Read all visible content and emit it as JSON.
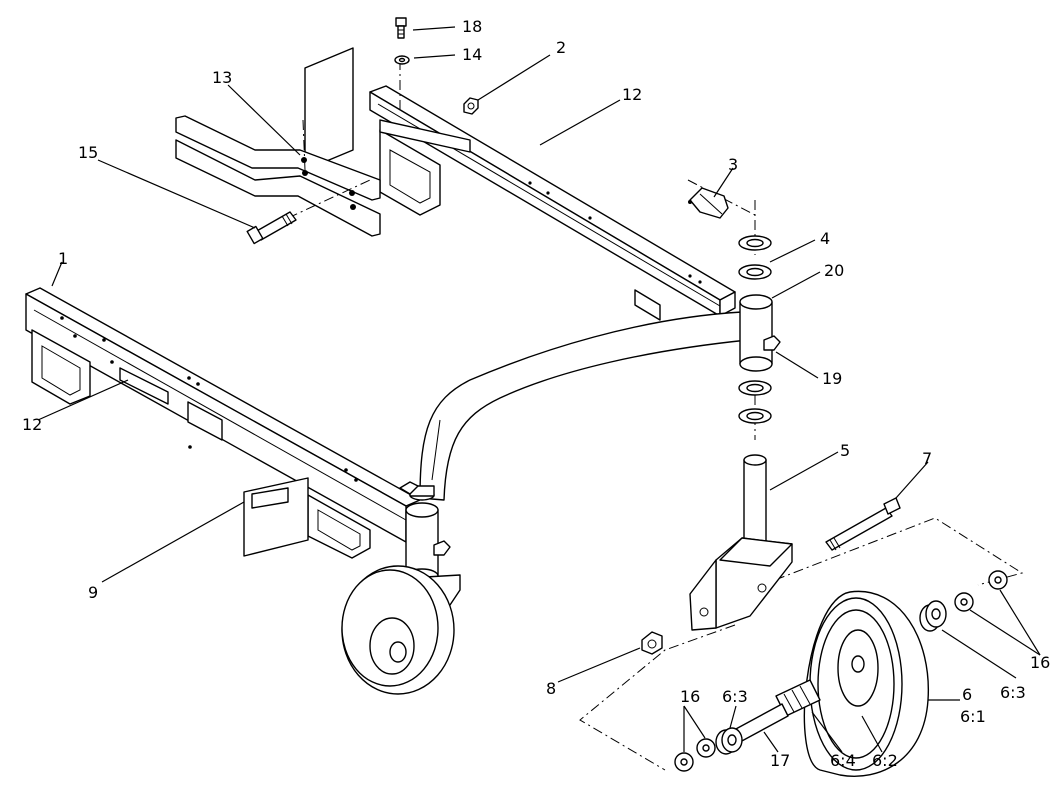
{
  "diagram": {
    "callouts": [
      {
        "id": "c18",
        "text": "18"
      },
      {
        "id": "c14",
        "text": "14"
      },
      {
        "id": "c2",
        "text": "2"
      },
      {
        "id": "c13",
        "text": "13"
      },
      {
        "id": "c12a",
        "text": "12"
      },
      {
        "id": "c15",
        "text": "15"
      },
      {
        "id": "c3",
        "text": "3"
      },
      {
        "id": "c4",
        "text": "4"
      },
      {
        "id": "c1",
        "text": "1"
      },
      {
        "id": "c20",
        "text": "20"
      },
      {
        "id": "c19",
        "text": "19"
      },
      {
        "id": "c12b",
        "text": "12"
      },
      {
        "id": "c5",
        "text": "5"
      },
      {
        "id": "c7",
        "text": "7"
      },
      {
        "id": "c9",
        "text": "9"
      },
      {
        "id": "c16a",
        "text": "16"
      },
      {
        "id": "c6_3a",
        "text": "6:3"
      },
      {
        "id": "c6",
        "text": "6"
      },
      {
        "id": "c6_1",
        "text": "6:1"
      },
      {
        "id": "c8",
        "text": "8"
      },
      {
        "id": "c16b",
        "text": "16"
      },
      {
        "id": "c6_3b",
        "text": "6:3"
      },
      {
        "id": "c17",
        "text": "17"
      },
      {
        "id": "c6_4",
        "text": "6:4"
      },
      {
        "id": "c6_2",
        "text": "6:2"
      }
    ]
  }
}
